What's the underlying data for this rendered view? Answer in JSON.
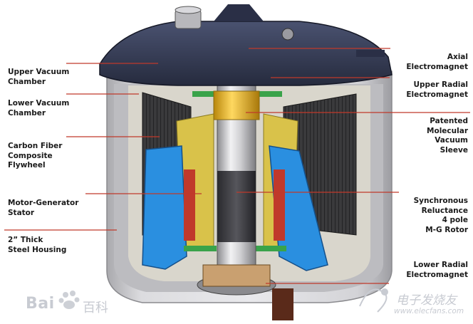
{
  "left_labels": [
    {
      "id": "upper-vacuum-chamber",
      "lines": [
        "Upper Vacuum",
        "Chamber"
      ]
    },
    {
      "id": "lower-vacuum-chamber",
      "lines": [
        "Lower Vacuum",
        "Chamber"
      ]
    },
    {
      "id": "carbon-fiber-flywheel",
      "lines": [
        "Carbon Fiber",
        "Composite",
        "Flywheel"
      ]
    },
    {
      "id": "motor-generator-stator",
      "lines": [
        "Motor-Generator",
        "Stator"
      ]
    },
    {
      "id": "steel-housing",
      "lines": [
        "2” Thick",
        "Steel Housing"
      ]
    }
  ],
  "right_labels": [
    {
      "id": "axial-electromagnet",
      "lines": [
        "Axial",
        "Electromagnet"
      ]
    },
    {
      "id": "upper-radial-electromagnet",
      "lines": [
        "Upper Radial",
        "Electromagnet"
      ]
    },
    {
      "id": "molecular-vacuum-sleeve",
      "lines": [
        "Patented",
        "Molecular",
        "Vacuum",
        "Sleeve"
      ]
    },
    {
      "id": "mg-rotor",
      "lines": [
        "Synchronous",
        "Reluctance",
        "4 pole",
        "M-G Rotor"
      ]
    },
    {
      "id": "lower-radial-electromagnet",
      "lines": [
        "Lower Radial",
        "Electromagnet"
      ]
    }
  ],
  "watermarks": {
    "left_brand": "Bai",
    "left_brand_cn": "百科",
    "right_brand_cn": "电子发烧友",
    "right_url": "www.elecfans.com"
  },
  "colors": {
    "leader_line": "#c0392b",
    "label_text": "#1a1a1a",
    "stator_blue": "#2a8fe0",
    "rotor_red": "#c0392b",
    "gold": "#e0b020",
    "yellow": "#d8c832",
    "housing": "#c9c9cc",
    "top_cap": "#343a52"
  }
}
